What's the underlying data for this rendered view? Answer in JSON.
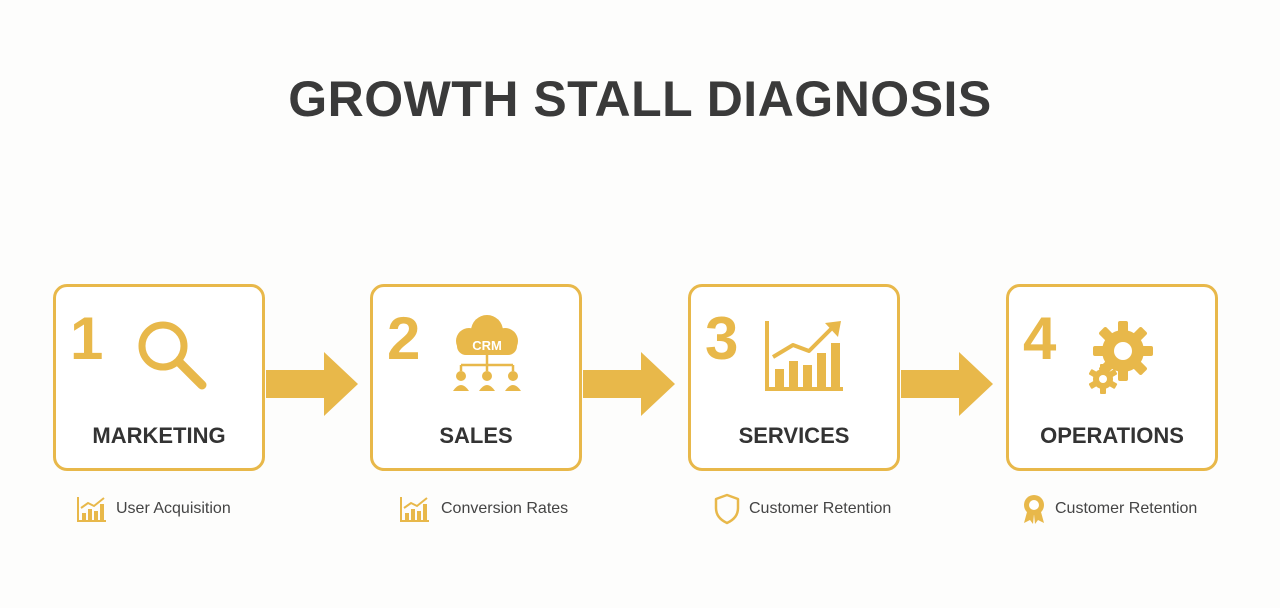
{
  "title": "GROWTH STALL DIAGNOSIS",
  "accent_color": "#e8b84a",
  "text_color": "#333333",
  "stages": [
    {
      "number": "1",
      "label": "MARKETING",
      "icon": "magnifying-glass-icon",
      "metric": {
        "text": "User Acquisition",
        "icon": "bar-chart-icon"
      }
    },
    {
      "number": "2",
      "label": "SALES",
      "icon": "crm-cloud-network-icon",
      "icon_text": "CRM",
      "metric": {
        "text": "Conversion Rates",
        "icon": "bar-chart-icon"
      }
    },
    {
      "number": "3",
      "label": "SERVICES",
      "icon": "growth-chart-icon",
      "metric": {
        "text": "Customer Retention",
        "icon": "shield-icon"
      }
    },
    {
      "number": "4",
      "label": "OPERATIONS",
      "icon": "gears-icon",
      "metric": {
        "text": "Customer Retention",
        "icon": "award-badge-icon"
      }
    }
  ]
}
